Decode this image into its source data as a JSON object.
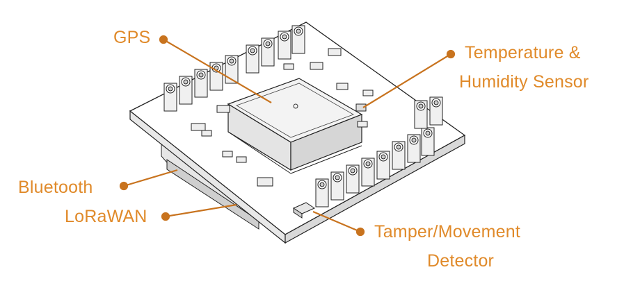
{
  "diagram": {
    "accent_color": "#e08a2a",
    "labels": {
      "gps": "GPS",
      "temp_line1": "Temperature &",
      "temp_line2": "Humidity Sensor",
      "bluetooth": "Bluetooth",
      "lorawan": "LoRaWAN",
      "tamper_line1": "Tamper/Movement",
      "tamper_line2": "Detector"
    }
  }
}
